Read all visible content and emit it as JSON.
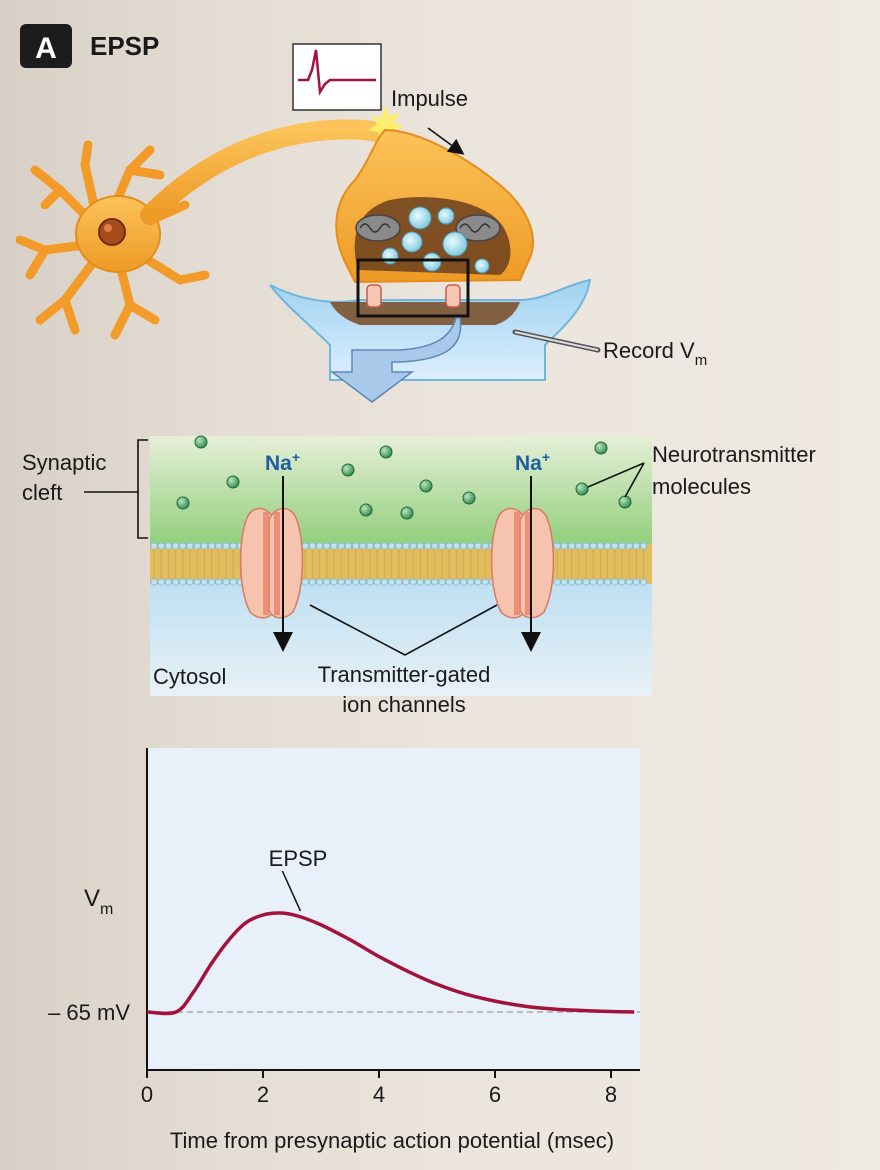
{
  "panel": {
    "letter": "A",
    "title": "EPSP"
  },
  "neuron_labels": {
    "impulse": "Impulse",
    "record": "Record V",
    "record_sub": "m"
  },
  "cleft_labels": {
    "synaptic_cleft_line1": "Synaptic",
    "synaptic_cleft_line2": "cleft",
    "na_left": "Na",
    "na_right": "Na",
    "na_charge": "+",
    "neurotransmitter_line1": "Neurotransmitter",
    "neurotransmitter_line2": "molecules",
    "cytosol": "Cytosol",
    "channels_line1": "Transmitter-gated",
    "channels_line2": "ion channels"
  },
  "colors": {
    "panel_badge": "#1c1c1c",
    "axon": "#f5a623",
    "trace": "#a3123a",
    "cleft_green": "#9fd38a",
    "cytosol_blue": "#cfe6f5",
    "channel_pink": "#f4b7a2",
    "na_text": "#1f5f9e",
    "plot_bg": "#e8f0fa"
  },
  "chart_data": {
    "type": "line",
    "title": "",
    "xlabel": "Time from presynaptic action potential (msec)",
    "ylabel_main": "V",
    "ylabel_sub": "m",
    "baseline_label": "– 65 mV",
    "peak_label": "EPSP",
    "x_ticks": [
      0,
      2,
      4,
      6,
      8
    ],
    "xlim": [
      0,
      8.4
    ],
    "baseline_dashed": true,
    "series": [
      {
        "x": [
          0,
          0.5,
          0.8,
          1.1,
          1.4,
          1.7,
          2.0,
          2.3,
          2.6,
          3.0,
          3.5,
          4.0,
          4.5,
          5.0,
          5.5,
          6.0,
          6.5,
          7.0,
          7.5,
          8.0,
          8.4
        ],
        "y": [
          0,
          0,
          0.2,
          0.48,
          0.72,
          0.9,
          0.98,
          1.0,
          0.97,
          0.88,
          0.73,
          0.56,
          0.41,
          0.28,
          0.18,
          0.11,
          0.06,
          0.03,
          0.015,
          0.005,
          0
        ]
      }
    ]
  }
}
